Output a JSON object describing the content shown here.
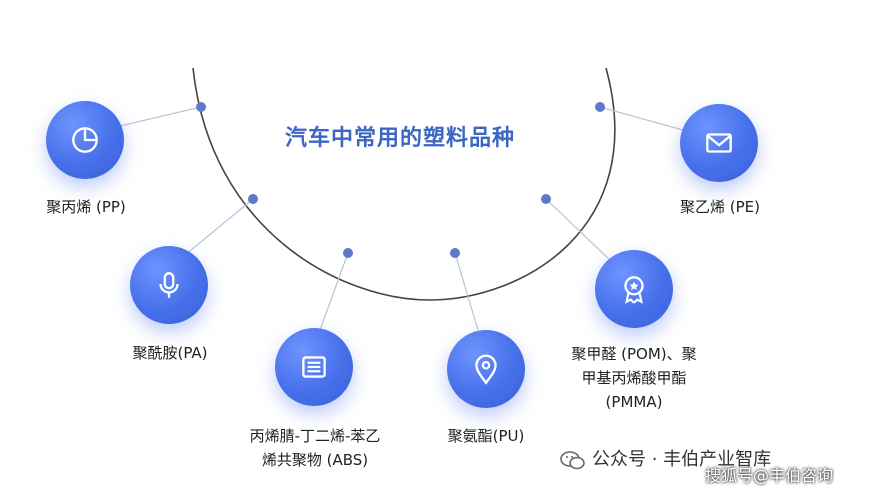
{
  "title": "汽车中常用的塑料品种",
  "items": [
    {
      "label": "聚丙烯 (PP)",
      "icon": "pie-chart-icon"
    },
    {
      "label": "聚酰胺(PA)",
      "icon": "microphone-icon"
    },
    {
      "label_line1": "丙烯腈-丁二烯-苯乙",
      "label_line2": "烯共聚物 (ABS)",
      "icon": "list-icon"
    },
    {
      "label": "聚氨酯(PU)",
      "icon": "location-pin-icon"
    },
    {
      "label_line1": "聚甲醛 (POM)、聚",
      "label_line2": "甲基丙烯酸甲酯",
      "label_line3": "(PMMA)",
      "icon": "badge-icon"
    },
    {
      "label": "聚乙烯 (PE)",
      "icon": "envelope-icon"
    }
  ],
  "watermark": {
    "text": "公众号 · 丰伯产业智库",
    "overlay": "搜狐号@丰伯咨询"
  },
  "colors": {
    "accent": "#4670ea",
    "title": "#3b66c4",
    "line": "#b8c3d9",
    "dot": "#5e79c9"
  }
}
